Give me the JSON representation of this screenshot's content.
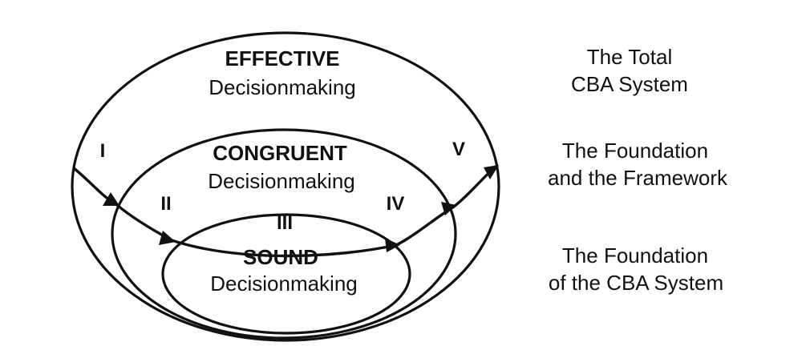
{
  "levels": {
    "effective": {
      "title": "EFFECTIVE",
      "subtitle": "Decisionmaking"
    },
    "congruent": {
      "title": "CONGRUENT",
      "subtitle": "Decisionmaking"
    },
    "sound": {
      "title": "SOUND",
      "subtitle": "Decisionmaking"
    }
  },
  "stages": [
    "I",
    "II",
    "III",
    "IV",
    "V"
  ],
  "descriptions": {
    "total": [
      "The Total",
      "CBA System"
    ],
    "foundation_framework": [
      "The Foundation",
      "and the Framework"
    ],
    "foundation": [
      "The Foundation",
      "of the CBA System"
    ]
  },
  "colors": {
    "ink": "#111111",
    "background": "#ffffff"
  }
}
